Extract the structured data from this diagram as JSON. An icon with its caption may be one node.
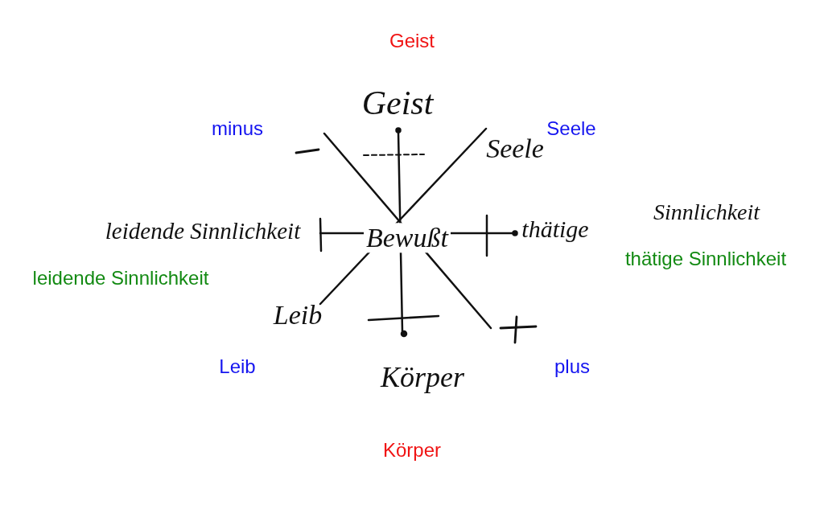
{
  "diagram": {
    "labels": [
      "Geist",
      "Geist",
      "minus",
      "Seele",
      "Seele",
      "Sinnlichkeit",
      "leidende Sinnlichkeit",
      "Bewußt",
      "thätige",
      "thätige Sinnlichkeit",
      "leidende Sinnlichkeit",
      "Leib",
      "Leib",
      "plus",
      "Körper",
      "Körper"
    ]
  }
}
